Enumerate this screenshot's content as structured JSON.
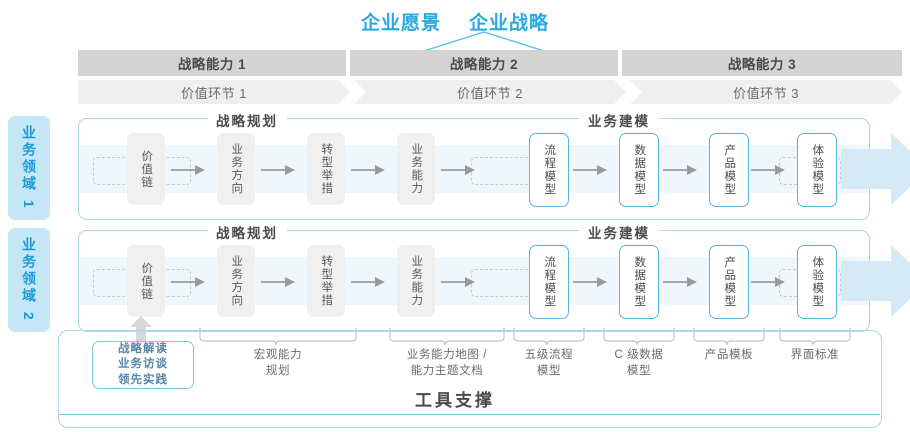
{
  "header": {
    "vision_titles": [
      "企业愿景",
      "企业战略"
    ],
    "accent_blue": "#2aa9e0"
  },
  "capability_bar": {
    "items": [
      {
        "label": "战略能力 1"
      },
      {
        "label": "战略能力 2"
      },
      {
        "label": "战略能力 3"
      }
    ],
    "bg": "#d4d4d4"
  },
  "value_links": {
    "items": [
      {
        "label": "价值环节 1"
      },
      {
        "label": "价值环节 2"
      },
      {
        "label": "价值环节 3"
      }
    ],
    "bg": "#efefef"
  },
  "side_tabs": [
    {
      "label": "业务领域 1"
    },
    {
      "label": "业务领域 2"
    }
  ],
  "rows": [
    {
      "sections": [
        {
          "caption": "战略规划"
        },
        {
          "caption": "业务建模"
        }
      ],
      "nodes": [
        {
          "label": "价值链",
          "style": "grey"
        },
        {
          "label": "业务方向",
          "style": "grey"
        },
        {
          "label": "转型举措",
          "style": "grey"
        },
        {
          "label": "业务能力",
          "style": "grey"
        },
        {
          "label": "流程模型",
          "style": "blue"
        },
        {
          "label": "数据模型",
          "style": "blue"
        },
        {
          "label": "产品模型",
          "style": "blue"
        },
        {
          "label": "体验模型",
          "style": "blue"
        }
      ]
    },
    {
      "sections": [
        {
          "caption": "战略规划"
        },
        {
          "caption": "业务建模"
        }
      ],
      "nodes": [
        {
          "label": "价值链",
          "style": "grey"
        },
        {
          "label": "业务方向",
          "style": "grey"
        },
        {
          "label": "转型举措",
          "style": "grey"
        },
        {
          "label": "业务能力",
          "style": "grey"
        },
        {
          "label": "流程模型",
          "style": "blue"
        },
        {
          "label": "数据模型",
          "style": "blue"
        },
        {
          "label": "产品模型",
          "style": "blue"
        },
        {
          "label": "体验模型",
          "style": "blue"
        }
      ]
    }
  ],
  "tools": {
    "highlight_box": "战略解读\n业务访谈\n领先实践",
    "highlight_lines": [
      "战略解读",
      "业务访谈",
      "领先实践"
    ],
    "labels": [
      {
        "lines": [
          "宏观能力",
          "规划"
        ]
      },
      {
        "lines": [
          "业务能力地图 /",
          "能力主题文档"
        ]
      },
      {
        "lines": [
          "五级流程",
          "模型"
        ]
      },
      {
        "lines": [
          "C 级数据",
          "模型"
        ]
      },
      {
        "lines": [
          "产品模板"
        ]
      },
      {
        "lines": [
          "界面标准"
        ]
      }
    ],
    "title": "工具支撑"
  }
}
